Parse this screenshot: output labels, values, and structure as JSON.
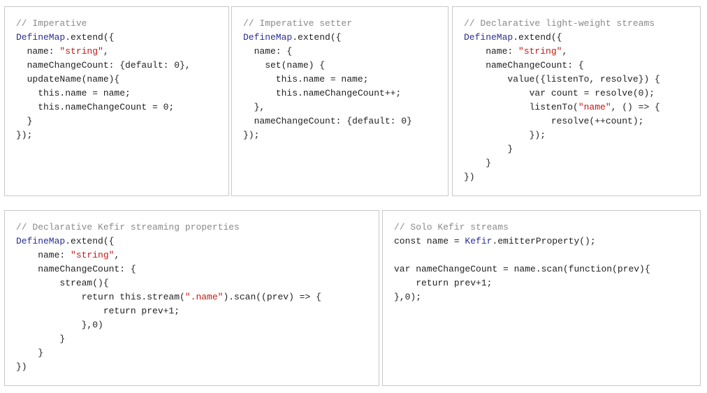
{
  "colors": {
    "comment": "#8a8a8a",
    "keyword": "#2a2f8f",
    "string": "#c41a16",
    "plain": "#222222",
    "border": "#c8c8c8"
  },
  "panels": [
    {
      "id": "imperative",
      "lines": [
        [
          [
            "comment",
            "// Imperative"
          ]
        ],
        [
          [
            "keyword",
            "DefineMap"
          ],
          [
            "plain",
            ".extend({"
          ]
        ],
        [
          [
            "plain",
            "  name: "
          ],
          [
            "string",
            "\"string\""
          ],
          [
            "plain",
            ","
          ]
        ],
        [
          [
            "plain",
            "  nameChangeCount: {default: 0},"
          ]
        ],
        [
          [
            "plain",
            "  updateName(name){"
          ]
        ],
        [
          [
            "plain",
            "    this.name = name;"
          ]
        ],
        [
          [
            "plain",
            "    this.nameChangeCount = 0;"
          ]
        ],
        [
          [
            "plain",
            "  }"
          ]
        ],
        [
          [
            "plain",
            "});"
          ]
        ]
      ]
    },
    {
      "id": "imperative-setter",
      "lines": [
        [
          [
            "comment",
            "// Imperative setter"
          ]
        ],
        [
          [
            "keyword",
            "DefineMap"
          ],
          [
            "plain",
            ".extend({"
          ]
        ],
        [
          [
            "plain",
            "  name: {"
          ]
        ],
        [
          [
            "plain",
            "    set(name) {"
          ]
        ],
        [
          [
            "plain",
            "      this.name = name;"
          ]
        ],
        [
          [
            "plain",
            "      this.nameChangeCount++;"
          ]
        ],
        [
          [
            "plain",
            "  },"
          ]
        ],
        [
          [
            "plain",
            "  nameChangeCount: {default: 0}"
          ]
        ],
        [
          [
            "plain",
            "});"
          ]
        ]
      ]
    },
    {
      "id": "declarative-light-weight-streams",
      "lines": [
        [
          [
            "comment",
            "// Declarative light-weight streams"
          ]
        ],
        [
          [
            "keyword",
            "DefineMap"
          ],
          [
            "plain",
            ".extend({"
          ]
        ],
        [
          [
            "plain",
            "    name: "
          ],
          [
            "string",
            "\"string\""
          ],
          [
            "plain",
            ","
          ]
        ],
        [
          [
            "plain",
            "    nameChangeCount: {"
          ]
        ],
        [
          [
            "plain",
            "        value({listenTo, resolve}) {"
          ]
        ],
        [
          [
            "plain",
            "            var count = resolve(0);"
          ]
        ],
        [
          [
            "plain",
            "            listenTo("
          ],
          [
            "string",
            "\"name\""
          ],
          [
            "plain",
            ", () => {"
          ]
        ],
        [
          [
            "plain",
            "                resolve(++count);"
          ]
        ],
        [
          [
            "plain",
            "            });"
          ]
        ],
        [
          [
            "plain",
            "        }"
          ]
        ],
        [
          [
            "plain",
            "    }"
          ]
        ],
        [
          [
            "plain",
            "})"
          ]
        ]
      ]
    },
    {
      "id": "declarative-kefir-streaming-properties",
      "lines": [
        [
          [
            "comment",
            "// Declarative Kefir streaming properties"
          ]
        ],
        [
          [
            "keyword",
            "DefineMap"
          ],
          [
            "plain",
            ".extend({"
          ]
        ],
        [
          [
            "plain",
            "    name: "
          ],
          [
            "string",
            "\"string\""
          ],
          [
            "plain",
            ","
          ]
        ],
        [
          [
            "plain",
            "    nameChangeCount: {"
          ]
        ],
        [
          [
            "plain",
            "        stream(){"
          ]
        ],
        [
          [
            "plain",
            "            return this.stream("
          ],
          [
            "string",
            "\".name\""
          ],
          [
            "plain",
            ").scan((prev) => {"
          ]
        ],
        [
          [
            "plain",
            "                return prev+1;"
          ]
        ],
        [
          [
            "plain",
            "            },0)"
          ]
        ],
        [
          [
            "plain",
            "        }"
          ]
        ],
        [
          [
            "plain",
            "    }"
          ]
        ],
        [
          [
            "plain",
            "})"
          ]
        ]
      ]
    },
    {
      "id": "solo-kefir-streams",
      "lines": [
        [
          [
            "comment",
            "// Solo Kefir streams"
          ]
        ],
        [
          [
            "plain",
            "const name = "
          ],
          [
            "keyword",
            "Kefir"
          ],
          [
            "plain",
            ".emitterProperty();"
          ]
        ],
        [
          [
            "plain",
            ""
          ]
        ],
        [
          [
            "plain",
            "var nameChangeCount = name.scan(function(prev){"
          ]
        ],
        [
          [
            "plain",
            "    return prev+1;"
          ]
        ],
        [
          [
            "plain",
            "},0);"
          ]
        ]
      ]
    }
  ]
}
